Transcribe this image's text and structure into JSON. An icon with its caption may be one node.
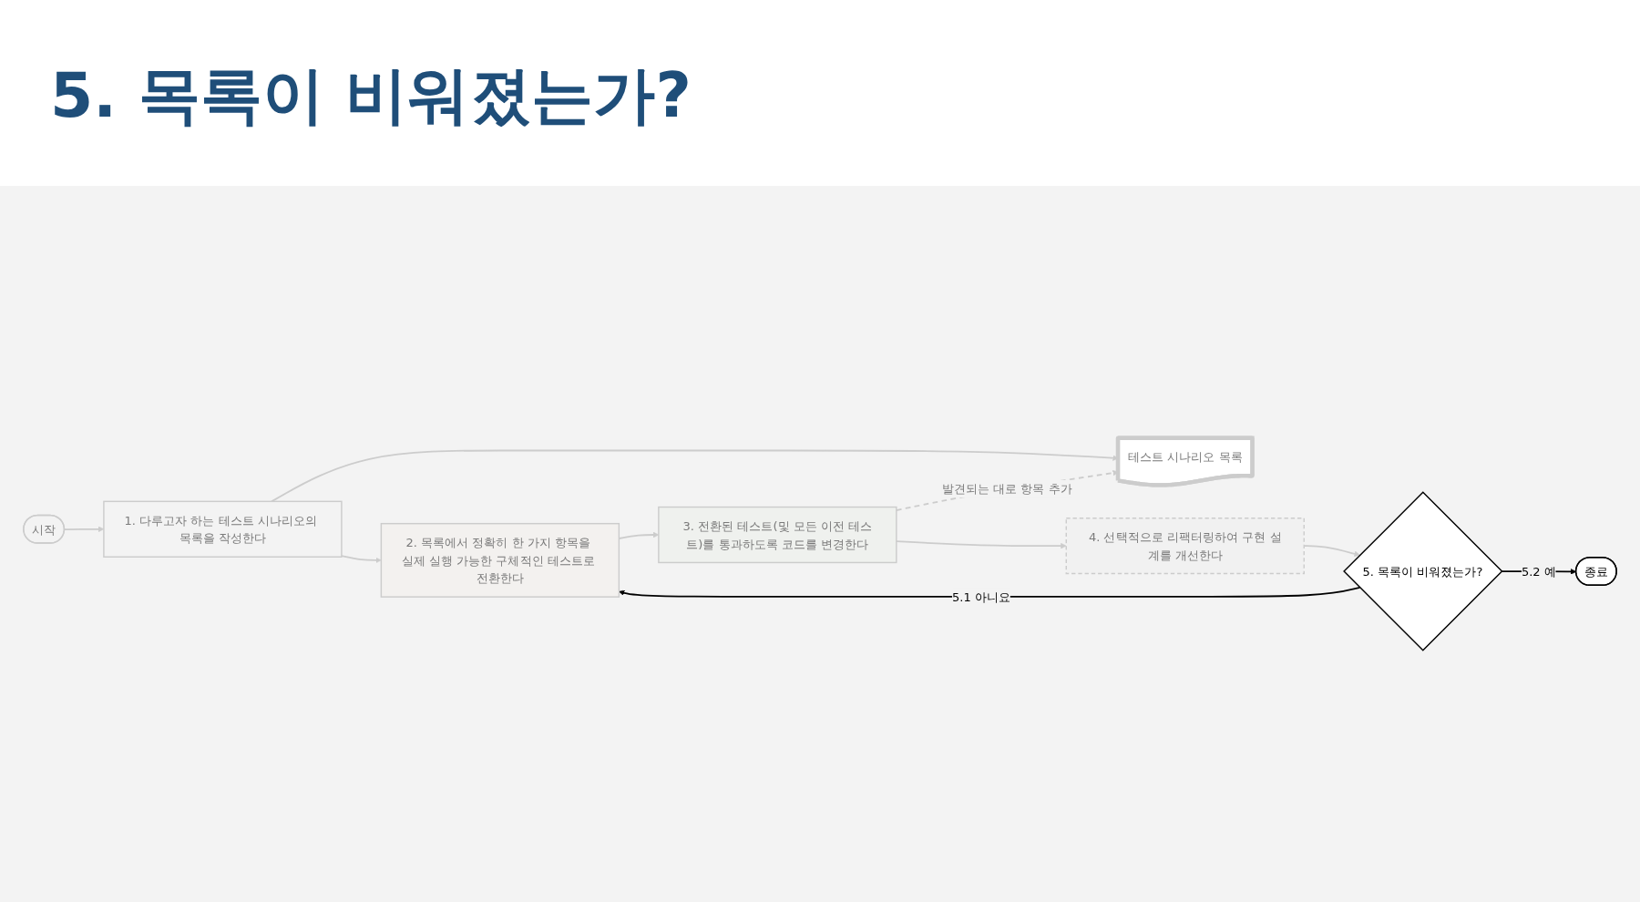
{
  "diagram": {
    "title": "5. 목록이 비워졌는가?",
    "nodes": [
      {
        "text": [
          "시작"
        ]
      },
      {
        "text": [
          "1. 다루고자 하는 테스트 시나리오의 목록을 작성한다"
        ]
      },
      {
        "text": [
          "2. 목록에서 정확히 한 가지 항목을 실제 실행 가능한 구체적인 테스트로 전환한다"
        ]
      },
      {
        "text": [
          "3. 전환된 테스트(및 모든 이전 테스트)를 통과하도록 코드를 변경한다"
        ]
      },
      {
        "text": [
          "테스트 시나리오 목록"
        ]
      },
      {
        "text": [
          "4. 선택적으로 리팩터링하여 구현 설계를 개선한다"
        ]
      },
      {
        "text": [
          "5. 목록이 비워졌는가?"
        ]
      },
      {
        "text": [
          "종료"
        ]
      }
    ],
    "edges": [
      {
        "from": 0,
        "to": 1,
        "arrow": "to"
      },
      {
        "from": 1,
        "to": 2,
        "arrow": "to"
      },
      {
        "from": 1,
        "to": 4,
        "arrow": "to"
      },
      {
        "from": 2,
        "to": 3,
        "arrow": "to"
      },
      {
        "from": 3,
        "to": 4,
        "arrow": "to",
        "label": "발견되는 대로 항목 추가",
        "style": "dashed"
      },
      {
        "from": 3,
        "to": 5,
        "arrow": "to"
      },
      {
        "from": 5,
        "to": 6,
        "arrow": "to"
      },
      {
        "from": 6,
        "to": 2,
        "arrow": "to",
        "label": "5.1 아니요",
        "color": "#000000"
      },
      {
        "from": 6,
        "to": 7,
        "arrow": "to",
        "label": "5.2 예",
        "color": "#000000"
      }
    ]
  }
}
